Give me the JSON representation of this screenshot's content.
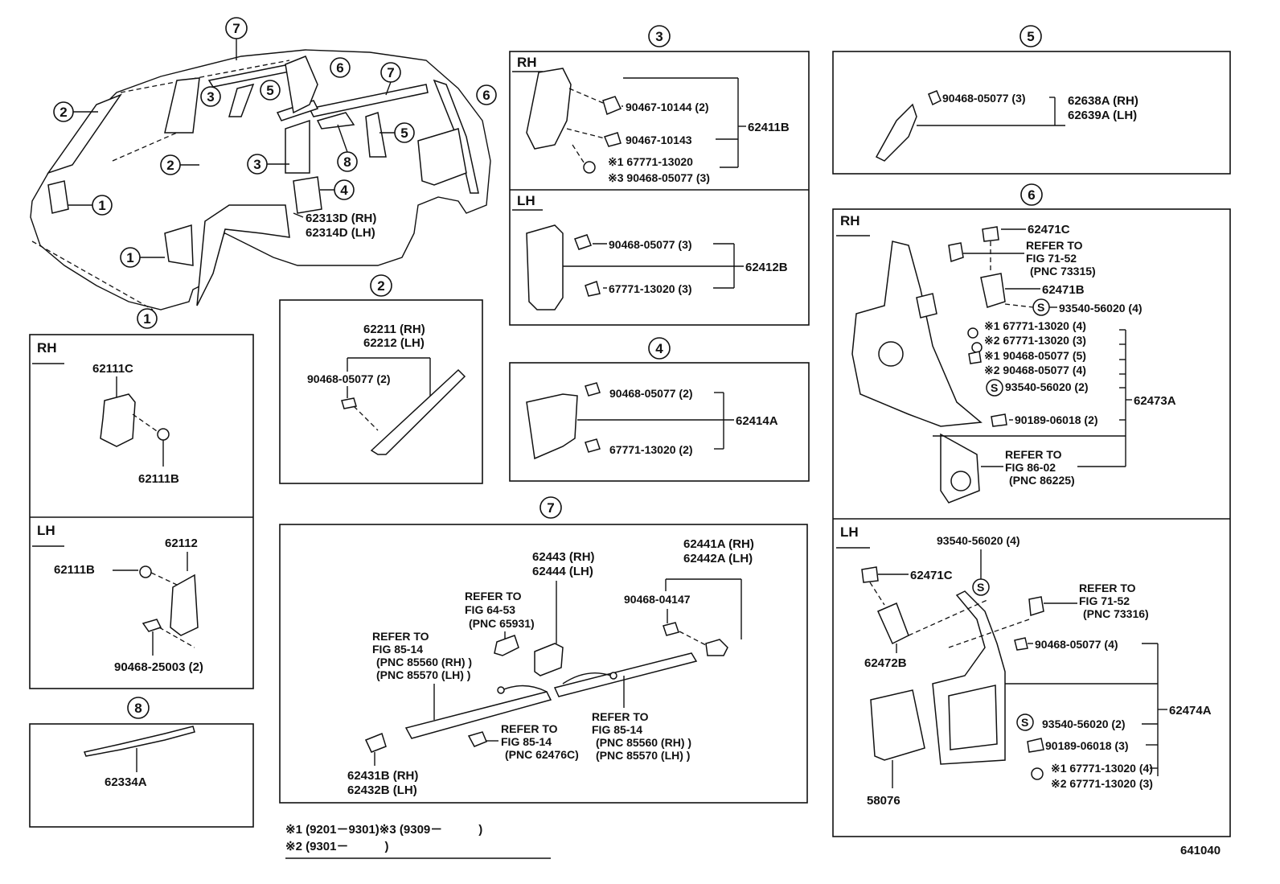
{
  "overview": {
    "callouts": [
      "7",
      "3",
      "5",
      "6",
      "2",
      "7",
      "6",
      "2",
      "3",
      "5",
      "8",
      "4",
      "1",
      "1",
      "1"
    ],
    "labels": [
      "62313D (RH)",
      "62314D (LH)"
    ]
  },
  "panel1": {
    "rh_label": "RH",
    "lh_label": "LH",
    "rh_parts": [
      "62111C",
      "62111B"
    ],
    "lh_parts": [
      "62112",
      "62111B",
      "90468-25003 (2)"
    ]
  },
  "panel2": {
    "callout": "2",
    "parts": [
      "62211 (RH)",
      "62212 (LH)",
      "90468-05077 (2)"
    ]
  },
  "panel8": {
    "callout": "8",
    "parts": [
      "62334A"
    ]
  },
  "panel3": {
    "callout": "3",
    "rh_label": "RH",
    "lh_label": "LH",
    "rh_parts": [
      "90467-10144 (2)",
      "90467-10143",
      "※1 67771-13020",
      "※3 90468-05077 (3)",
      "62411B"
    ],
    "lh_parts": [
      "90468-05077 (3)",
      "67771-13020 (3)",
      "62412B"
    ]
  },
  "panel4": {
    "callout": "4",
    "parts": [
      "90468-05077 (2)",
      "67771-13020 (2)",
      "62414A"
    ]
  },
  "panel7": {
    "callout": "7",
    "parts": [
      "62443 (RH)",
      "62444 (LH)",
      "62441A (RH)",
      "62442A (LH)",
      "90468-04147",
      "62431B (RH)",
      "62432B (LH)"
    ],
    "refs": [
      [
        "REFER TO",
        "FIG 64-53",
        "(PNC 65931)"
      ],
      [
        "REFER TO",
        "FIG 85-14",
        "(PNC 85560 (RH) )",
        "(PNC 85570 (LH) )"
      ],
      [
        "REFER TO",
        "FIG 85-14",
        "(PNC 62476C)"
      ],
      [
        "REFER TO",
        "FIG 85-14",
        "(PNC 85560 (RH) )",
        "(PNC 85570 (LH) )"
      ]
    ]
  },
  "panel5": {
    "callout": "5",
    "parts": [
      "90468-05077 (3)",
      "62638A (RH)",
      "62639A (LH)"
    ]
  },
  "panel6": {
    "callout": "6",
    "rh_label": "RH",
    "lh_label": "LH",
    "rh_parts": [
      "62471C",
      "62471B",
      "93540-56020 (4)",
      "※1 67771-13020 (4)",
      "※2 67771-13020 (3)",
      "※1 90468-05077 (5)",
      "※2 90468-05077 (4)",
      "93540-56020 (2)",
      "90189-06018 (2)",
      "62473A"
    ],
    "rh_refs": [
      [
        "REFER TO",
        "FIG 71-52",
        "(PNC 73315)"
      ],
      [
        "REFER TO",
        "FIG 86-02",
        "(PNC 86225)"
      ]
    ],
    "lh_parts": [
      "93540-56020 (4)",
      "62471C",
      "62472B",
      "90468-05077 (4)",
      "62474A",
      "93540-56020 (2)",
      "90189-06018 (3)",
      "※1 67771-13020 (4)",
      "※2 67771-13020 (3)",
      "58076"
    ],
    "lh_refs": [
      [
        "REFER TO",
        "FIG 71-52",
        "(PNC 73316)"
      ]
    ]
  },
  "legend": {
    "line1": "※1 (9201－9301)※3 (9309－　　　)",
    "line2": "※2 (9301－　　　)"
  },
  "figure_number": "641040"
}
